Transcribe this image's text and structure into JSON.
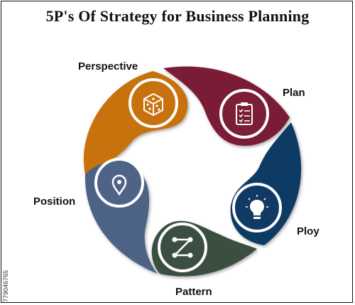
{
  "title": "5P's Of Strategy for Business Planning",
  "side_id": "779046765",
  "segments": [
    {
      "label": "Perspective",
      "icon": "dice-icon",
      "color": "#c8720f"
    },
    {
      "label": "Plan",
      "icon": "clipboard-checklist-icon",
      "color": "#7a1f35"
    },
    {
      "label": "Ploy",
      "icon": "lightbulb-icon",
      "color": "#103a63"
    },
    {
      "label": "Pattern",
      "icon": "pattern-path-icon",
      "color": "#3a4f41"
    },
    {
      "label": "Position",
      "icon": "location-pin-icon",
      "color": "#4e6386"
    }
  ]
}
